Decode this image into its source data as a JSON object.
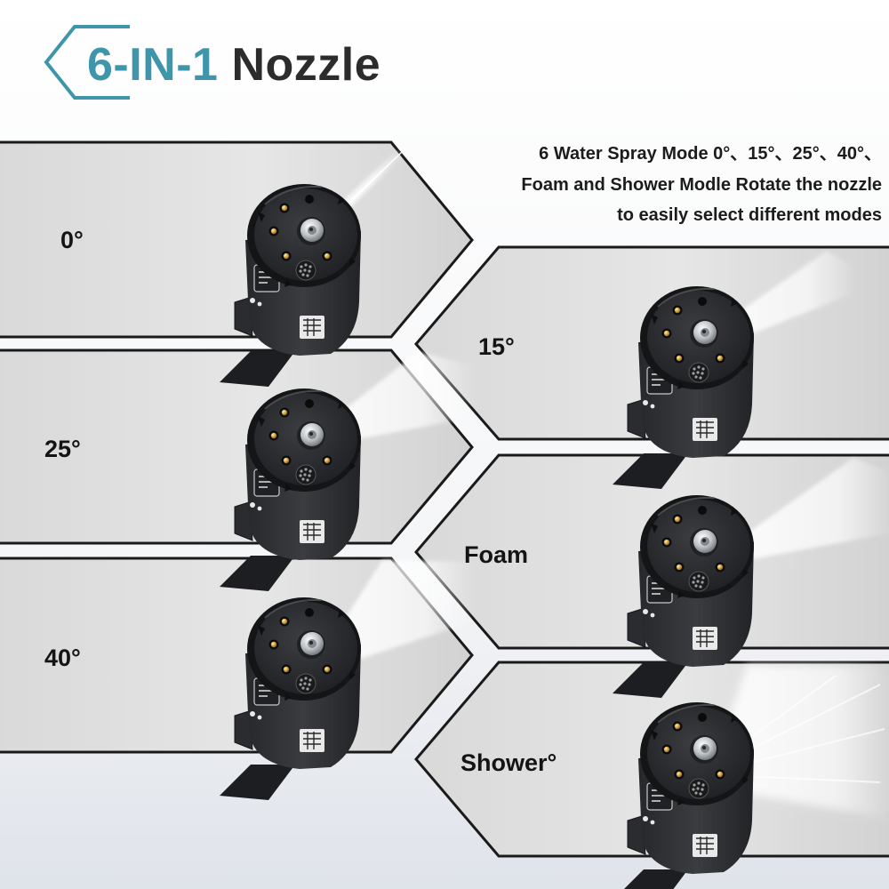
{
  "header": {
    "title_accent": "6-IN-1",
    "title_rest": "Nozzle"
  },
  "description": {
    "line1": "6 Water Spray Mode 0°、15°、25°、40°、",
    "line2": "Foam and Shower Modle Rotate the nozzle",
    "line3": "to easily select different modes"
  },
  "modes": [
    {
      "label": "0°",
      "spray": "jet"
    },
    {
      "label": "15°",
      "spray": "narrow-fan"
    },
    {
      "label": "25°",
      "spray": "medium-fan"
    },
    {
      "label": "Foam",
      "spray": "foam"
    },
    {
      "label": "40°",
      "spray": "wide-fan"
    },
    {
      "label": "Shower°",
      "spray": "shower"
    }
  ],
  "colors": {
    "accent": "#3f95aa",
    "title_dark": "#2c2c2c",
    "panel_fill": "#dedede",
    "panel_border": "#1a1a1a",
    "nozzle_body": "#2f3135"
  },
  "icons": {
    "header": "chevron-left-outline",
    "nozzle": "rotating-spray-nozzle"
  }
}
